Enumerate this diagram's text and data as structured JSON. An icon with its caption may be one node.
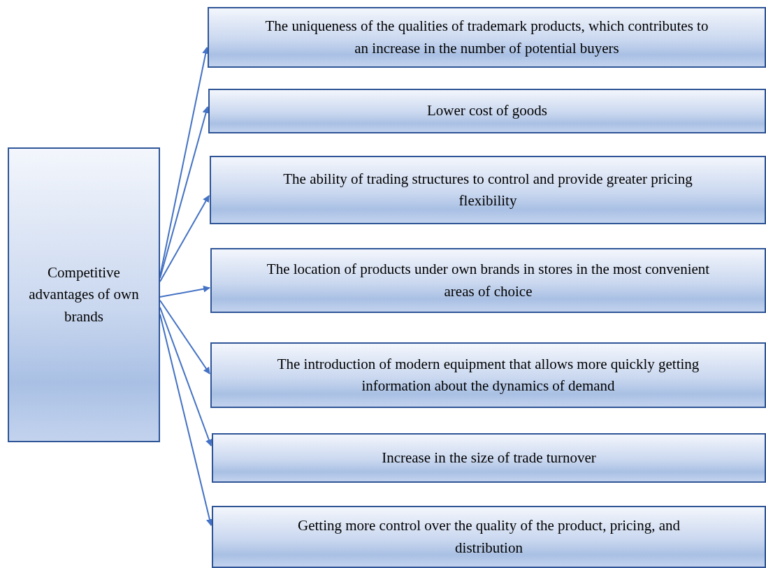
{
  "diagram": {
    "nodes": [
      {
        "text": [
          "Competitive advantages of own brands"
        ]
      },
      {
        "text": [
          "The uniqueness of the qualities of trademark products, which contributes to an increase in the number of potential buyers"
        ]
      },
      {
        "text": [
          "Lower cost of goods"
        ]
      },
      {
        "text": [
          "The ability of trading structures to control and provide greater pricing flexibility"
        ]
      },
      {
        "text": [
          "The location of products under own brands in stores in the most convenient areas of choice"
        ]
      },
      {
        "text": [
          "The introduction of modern equipment that allows more quickly getting information about the dynamics of demand"
        ]
      },
      {
        "text": [
          "Increase in the size of trade turnover"
        ]
      },
      {
        "text": [
          "Getting more control over the quality of the product, pricing, and distribution"
        ]
      }
    ],
    "edges": [
      {
        "from": 0,
        "to": 1,
        "arrow": "to"
      },
      {
        "from": 0,
        "to": 2,
        "arrow": "to"
      },
      {
        "from": 0,
        "to": 3,
        "arrow": "to"
      },
      {
        "from": 0,
        "to": 4,
        "arrow": "to"
      },
      {
        "from": 0,
        "to": 5,
        "arrow": "to"
      },
      {
        "from": 0,
        "to": 6,
        "arrow": "to"
      },
      {
        "from": 0,
        "to": 7,
        "arrow": "to"
      }
    ]
  }
}
